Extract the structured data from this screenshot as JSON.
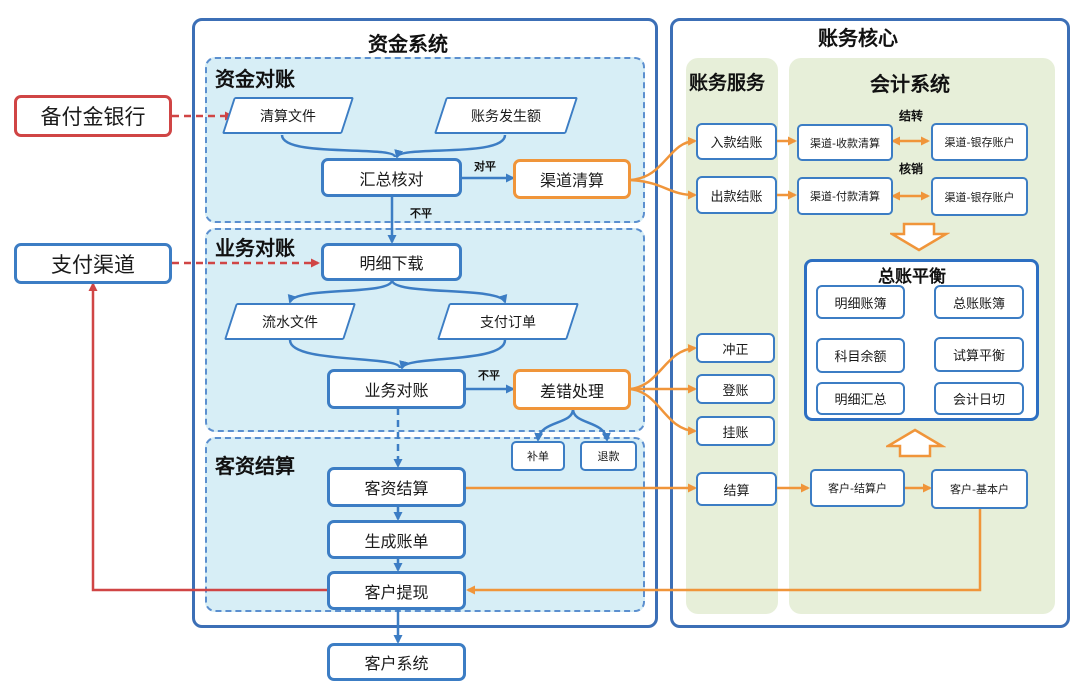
{
  "external": {
    "bank": "备付金银行",
    "channel": "支付渠道"
  },
  "fund_system": {
    "title": "资金系统",
    "recon": {
      "title": "资金对账",
      "clearing_file": "清算文件",
      "ledger_amount": "账务发生额",
      "summary_check": "汇总核对",
      "label_balanced": "对平",
      "label_unbalanced": "不平",
      "channel_clearing": "渠道清算"
    },
    "business": {
      "title": "业务对账",
      "detail_download": "明细下载",
      "flow_file": "流水文件",
      "payment_order": "支付订单",
      "business_recon": "业务对账",
      "label_unbalanced": "不平",
      "error_handling": "差错处理",
      "supplement": "补单",
      "refund": "退款"
    },
    "settlement": {
      "title": "客资结算",
      "customer_settlement": "客资结算",
      "generate_bill": "生成账单",
      "customer_withdraw": "客户提现"
    },
    "customer_system": "客户系统"
  },
  "accounting_core": {
    "title": "账务核心",
    "service": {
      "title": "账务服务",
      "inflow_settle": "入款结账",
      "outflow_settle": "出款结账",
      "reversal": "冲正",
      "register": "登账",
      "suspense": "挂账",
      "settle": "结算"
    },
    "accounting": {
      "title": "会计系统",
      "channel_receive_clearing": "渠道-收款清算",
      "channel_pay_clearing": "渠道-付款清算",
      "channel_bank_account_1": "渠道-银存账户",
      "channel_bank_account_2": "渠道-银存账户",
      "label_transfer": "结转",
      "label_writeoff": "核销",
      "ledger_balance": {
        "title": "总账平衡",
        "detail_ledger": "明细账簿",
        "subject_balance": "科目余额",
        "detail_summary": "明细汇总",
        "general_ledger": "总账账簿",
        "trial_balance": "试算平衡",
        "daily_cutoff": "会计日切"
      },
      "customer_settlement_account": "客户-结算户",
      "customer_basic_account": "客户-基本户"
    }
  },
  "colors": {
    "blue": "#3c7dc4",
    "orange": "#f0953a",
    "red": "#d04545",
    "section_fill": "#d7eef6",
    "green_fill": "#e7efd9"
  }
}
